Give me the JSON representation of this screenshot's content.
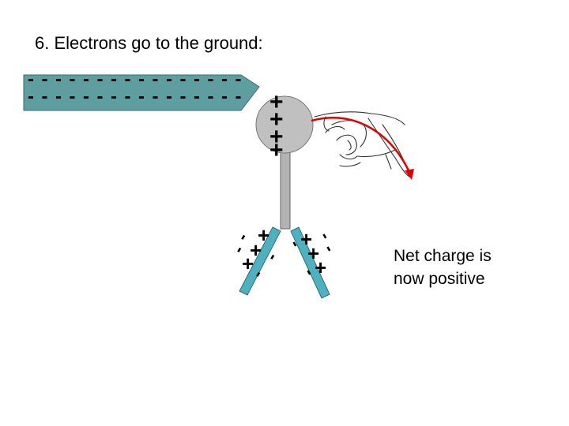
{
  "slide": {
    "title": "6. Electrons go to the ground:",
    "note_line1": "Net charge is",
    "note_line2": "now positive"
  },
  "symbols": {
    "plus": "+",
    "minus": "-"
  },
  "colors": {
    "rod": "#5F9EA0",
    "sphere": "#C0C0C0",
    "stem": "#B3B3B3",
    "leaves": "#4FB0C0",
    "arrow": "#E00000"
  },
  "icons": [
    "hand-icon",
    "arrow-icon"
  ]
}
